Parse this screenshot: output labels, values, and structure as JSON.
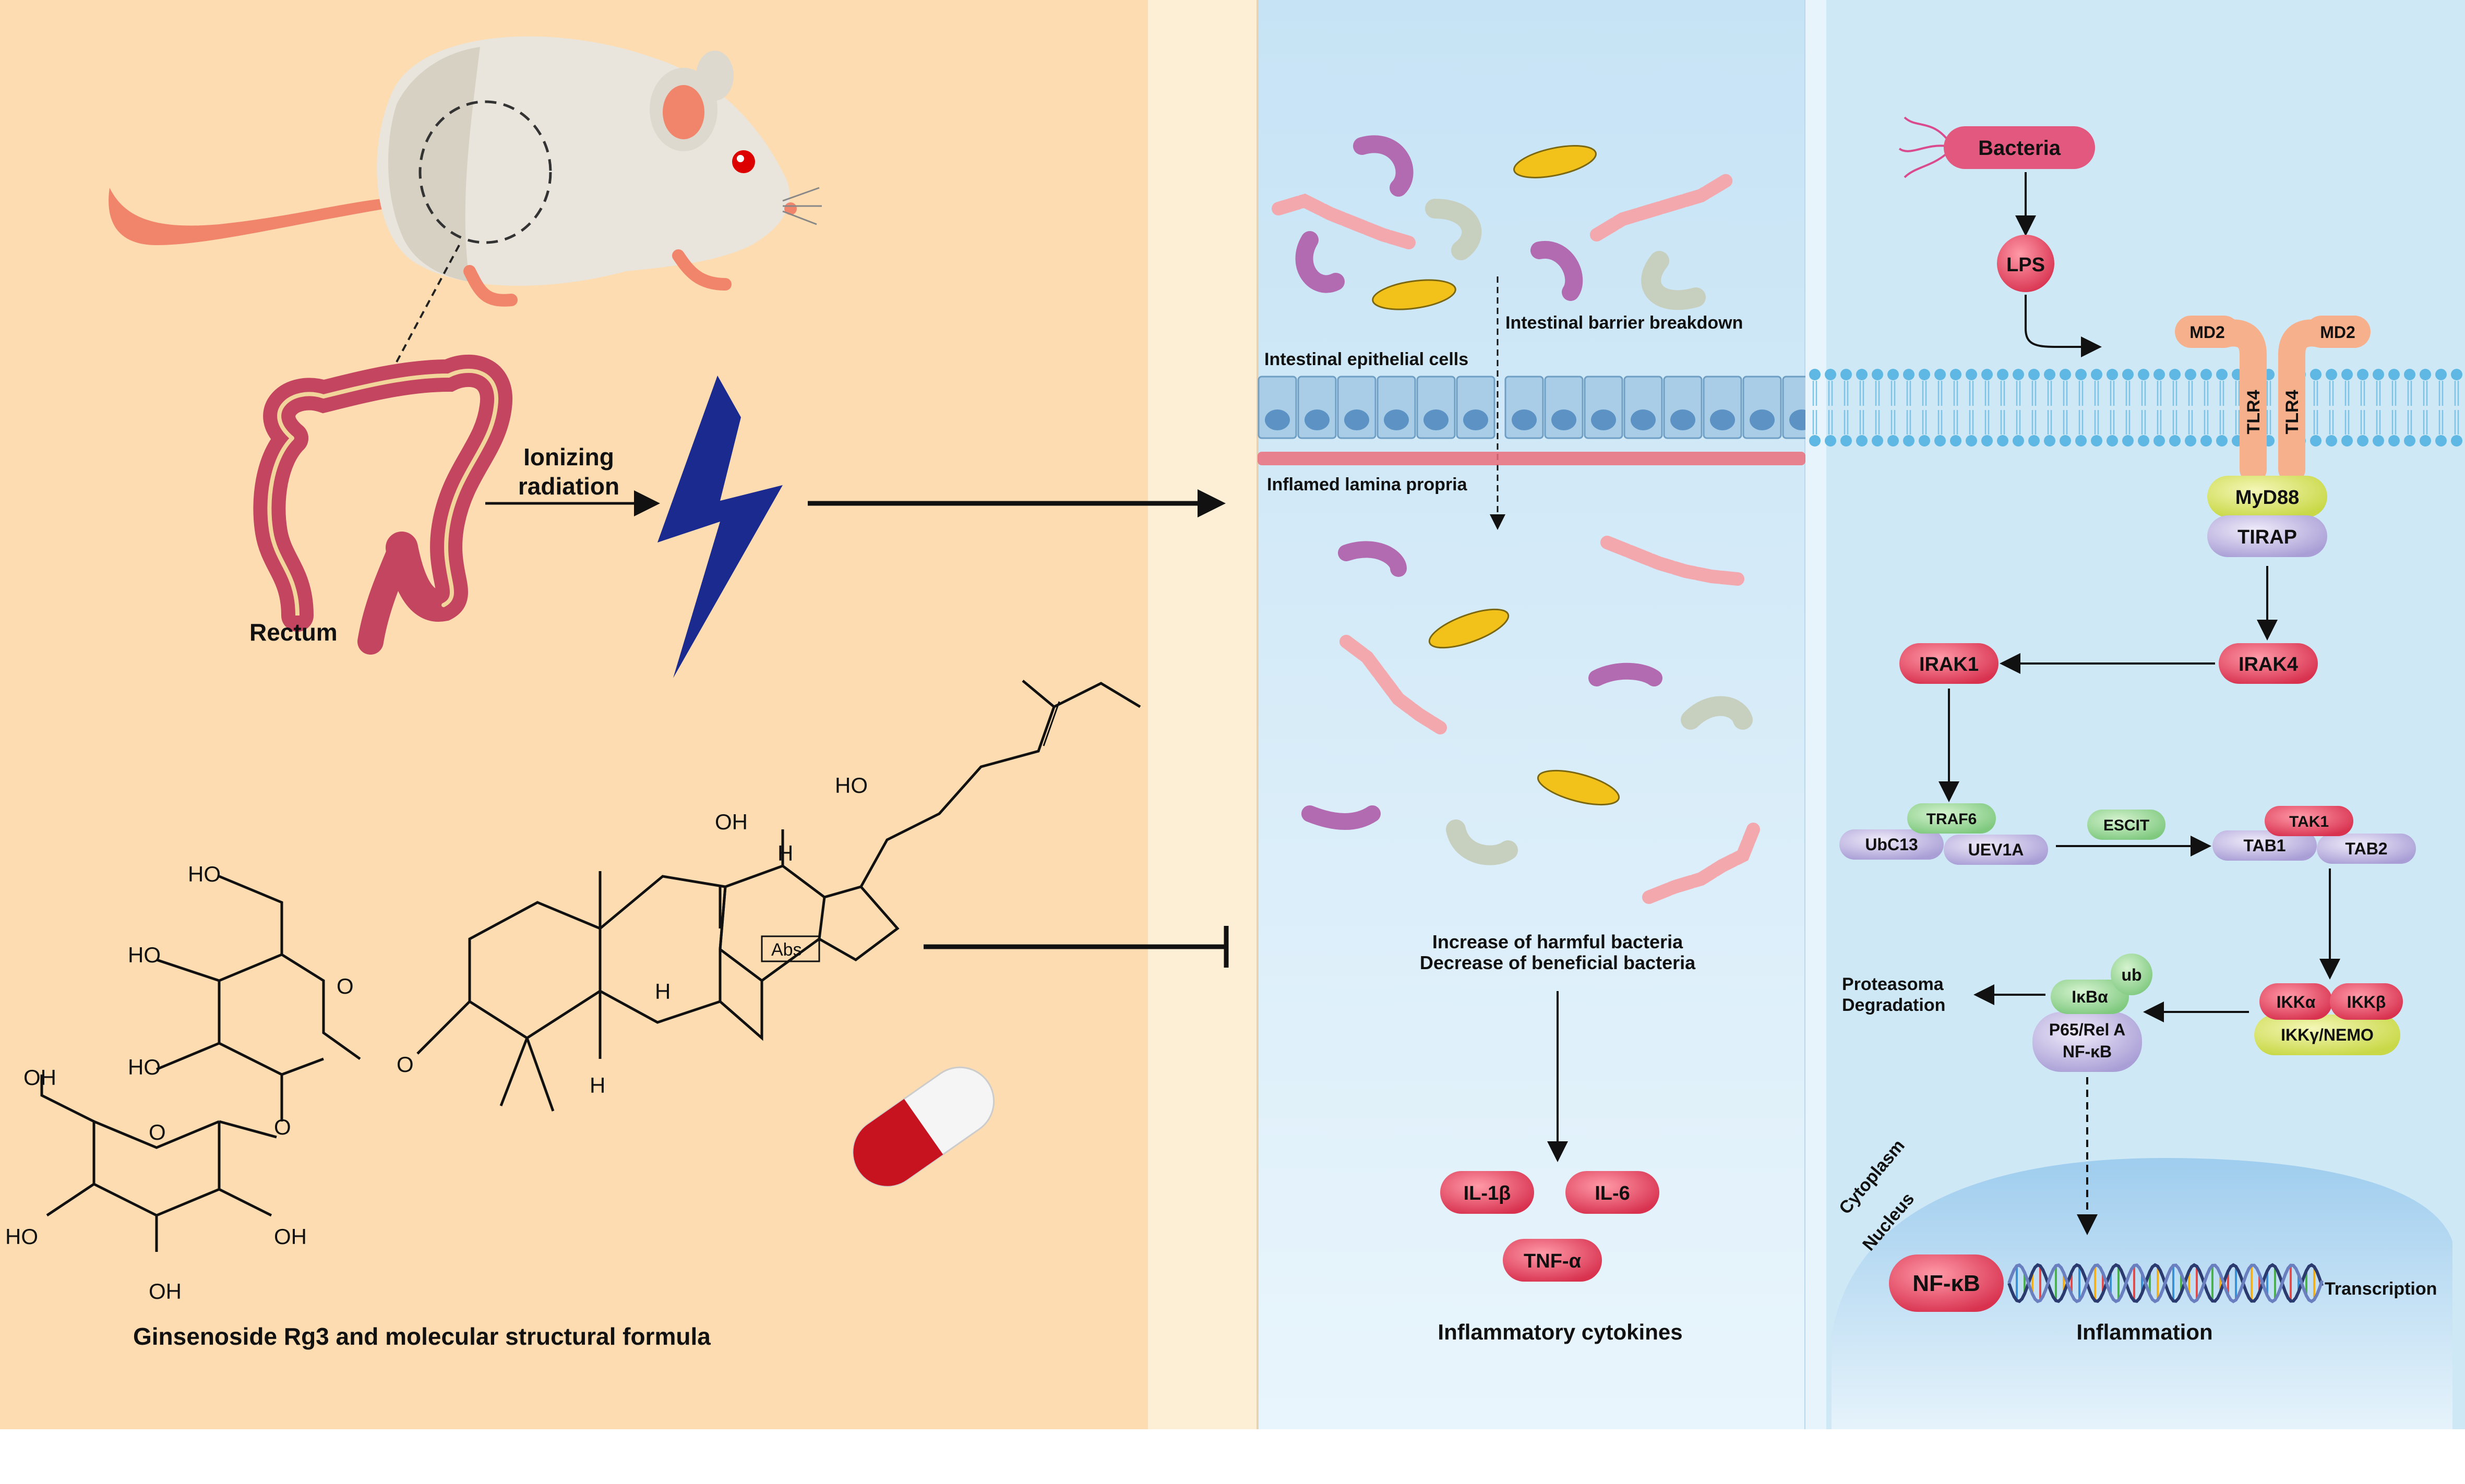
{
  "colors": {
    "left_panel_bg": "#fcdcb0",
    "left_panel_light": "#fdecd3",
    "middle_panel_bg": "#cde7f6",
    "right_panel_bg": "#cfe8f6",
    "nucleus": "#a7d2ee",
    "arrow": "#111111",
    "lightning": "#1b2a8f",
    "node_red": "#e8546b",
    "node_green": "#8fd48f",
    "node_lavender": "#bdb3e0",
    "node_yellow": "#d8e466",
    "node_salmon": "#f6b08c"
  },
  "left": {
    "rectum_label": "Rectum",
    "radiation_label_line1": "Ionizing",
    "radiation_label_line2": "radiation",
    "caption": "Ginsenoside Rg3 and molecular structural formula",
    "molecule": {
      "ho_top": "HO",
      "oh_mid": "OH",
      "h1": "H",
      "h2": "H",
      "h3": "H",
      "abs": "Abs",
      "ho_ring": "HO",
      "ho_a": "HO",
      "ho_b": "HO",
      "o_ring1": "O",
      "o_link1": "O",
      "o_link2": "O",
      "oh_left": "OH",
      "o_ring2": "O",
      "ho_bottom": "HO",
      "oh_bottom_right": "OH",
      "oh_bottom": "OH"
    }
  },
  "middle": {
    "barrier_label": "Intestinal barrier breakdown",
    "epithelial_label": "Intestinal epithelial cells",
    "lamina_label": "Inflamed lamina propria",
    "bacteria_line1": "Increase of harmful bacteria",
    "bacteria_line2": "Decrease of beneficial bacteria",
    "cytokines": [
      "IL-1β",
      "IL-6",
      "TNF-α"
    ],
    "cytokines_caption": "Inflammatory cytokines"
  },
  "right": {
    "bacteria": "Bacteria",
    "lps": "LPS",
    "md2_left": "MD2",
    "md2_right": "MD2",
    "tlr4_left": "TLR4",
    "tlr4_right": "TLR4",
    "myd88": "MyD88",
    "tirap": "TIRAP",
    "irak4": "IRAK4",
    "irak1": "IRAK1",
    "traf6": "TRAF6",
    "ubc13": "UbC13",
    "uev1a": "UEV1A",
    "escit": "ESCIT",
    "tak1": "TAK1",
    "tab1": "TAB1",
    "tab2": "TAB2",
    "ikka": "IKKα",
    "ikkb": "IKKβ",
    "ikkg": "IKKγ/NEMO",
    "ikba": "IκBα",
    "ub": "ub",
    "p65_line1": "P65/Rel A",
    "p65_line2": "NF-κB",
    "proteasome_line1": "Proteasoma",
    "proteasome_line2": "Degradation",
    "cytoplasm": "Cytoplasm",
    "nucleus": "Nucleus",
    "nfkb": "NF-κB",
    "transcription": "Transcription",
    "inflammation": "Inflammation"
  }
}
